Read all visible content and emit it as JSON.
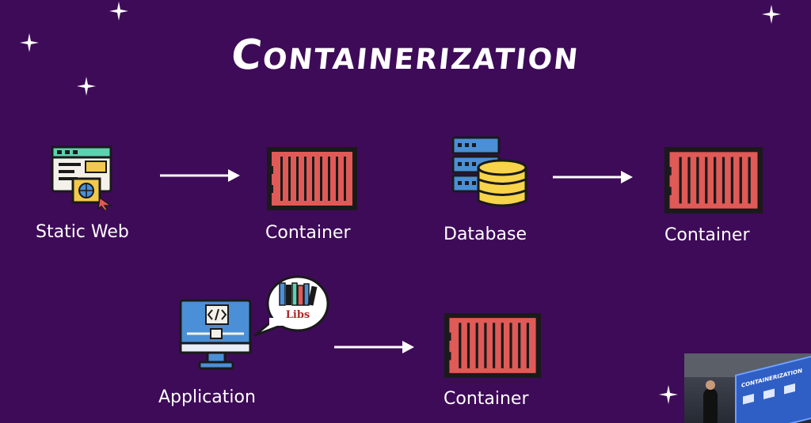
{
  "slide": {
    "title": "Containerization",
    "background_color": "#3e0b58",
    "accent_colors": {
      "container": "#e05a57",
      "container_outline": "#1a1a1a",
      "database": "#f7d44a",
      "server": "#4b8fd6"
    }
  },
  "nodes": [
    {
      "label": "Static Web",
      "icon": "static-web-icon"
    },
    {
      "label": "Container",
      "icon": "container-icon"
    },
    {
      "label": "Database",
      "icon": "database-icon"
    },
    {
      "label": "Container",
      "icon": "container-icon"
    },
    {
      "label": "Application",
      "icon": "application-icon"
    },
    {
      "label": "Container",
      "icon": "container-icon"
    }
  ],
  "libs_bubble": {
    "label": "Libs",
    "icon": "books-icon"
  },
  "webcam_overlay": {
    "caption": "CONTAINERIZATION"
  }
}
